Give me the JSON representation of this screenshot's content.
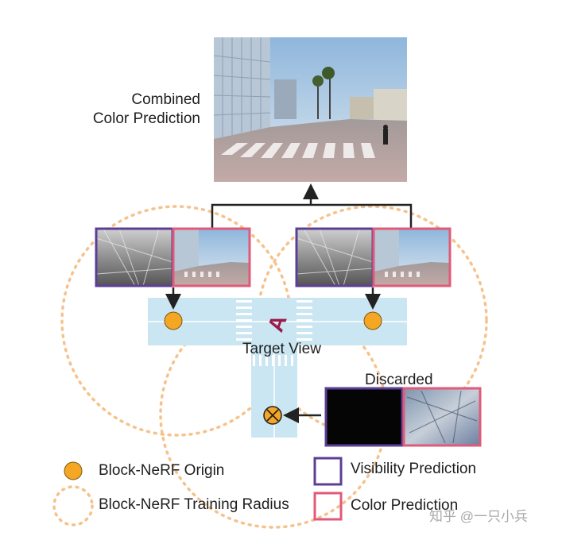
{
  "diagram": {
    "combined_label_line1": "Combined",
    "combined_label_line2": "Color Prediction",
    "target_view_label": "Target View",
    "discarded_label": "Discarded",
    "target_view_glyph": "A"
  },
  "legend": {
    "origin_label": "Block-NeRF Origin",
    "radius_label": "Block-NeRF Training Radius",
    "visibility_label": "Visibility Prediction",
    "color_label": "Color Prediction"
  },
  "watermark": "知乎 @一只小兵",
  "colors": {
    "origin_fill": "#f5a623",
    "radius_dots": "#f6c28b",
    "visibility_border": "#5b3f96",
    "color_border": "#e05a7a",
    "road": "#cbe6f3",
    "target_view": "#9b1b4c"
  }
}
